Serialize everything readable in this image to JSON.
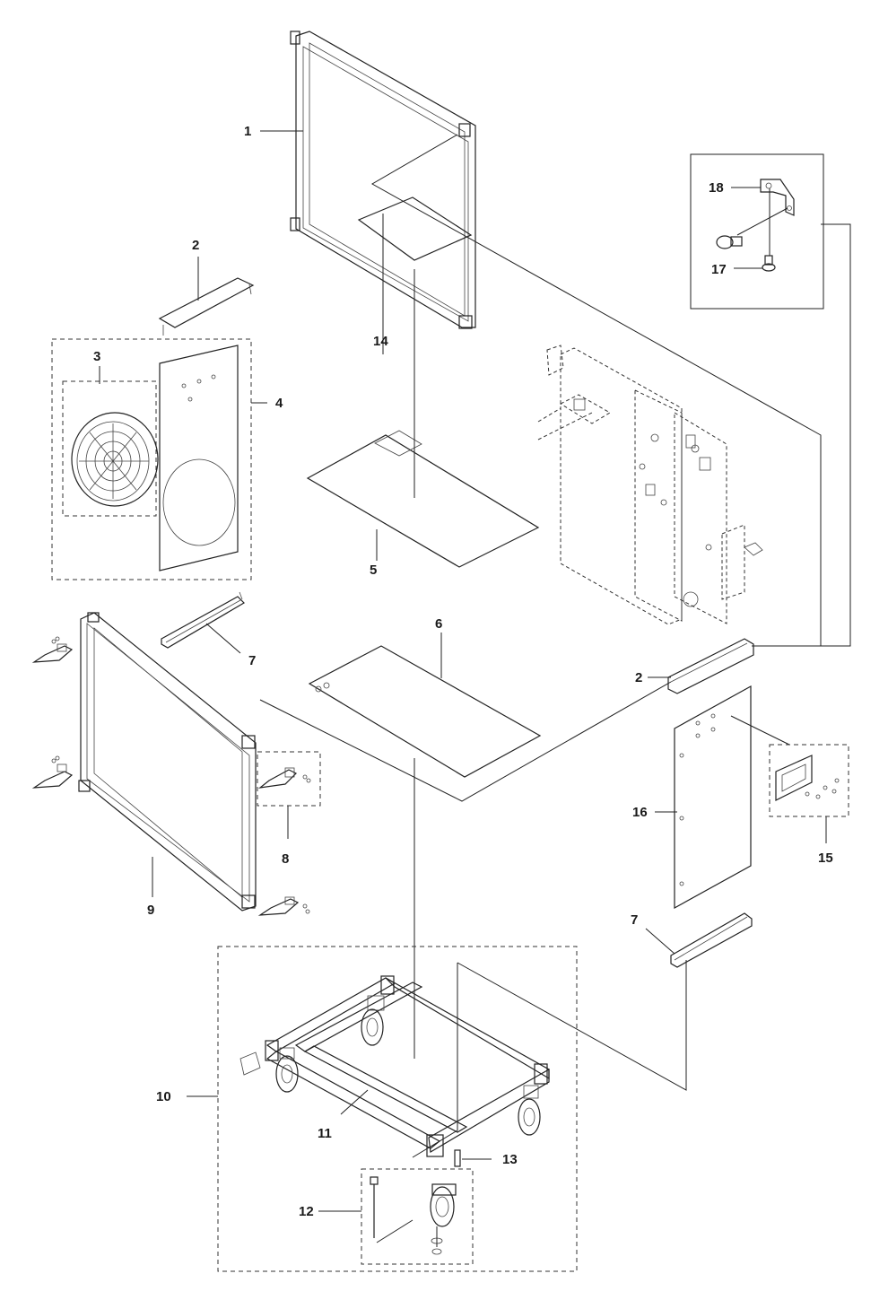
{
  "labels": {
    "l1": "1",
    "l2a": "2",
    "l2b": "2",
    "l3": "3",
    "l4": "4",
    "l5": "5",
    "l6": "6",
    "l7a": "7",
    "l7b": "7",
    "l8": "8",
    "l9": "9",
    "l10": "10",
    "l11": "11",
    "l12": "12",
    "l13": "13",
    "l14": "14",
    "l15": "15",
    "l16": "16",
    "l17": "17",
    "l18": "18"
  }
}
